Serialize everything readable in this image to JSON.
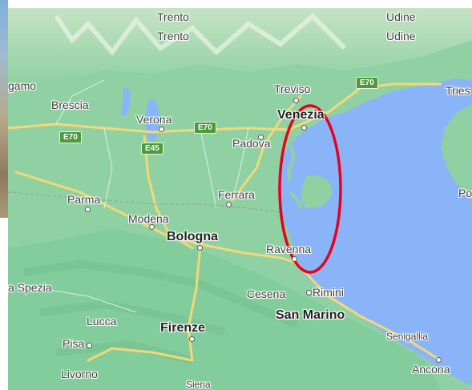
{
  "cities": [
    {
      "id": "trento",
      "label": "Trento",
      "dup": true
    },
    {
      "id": "udine",
      "label": "Udine",
      "dup": true
    },
    {
      "id": "bergamo",
      "label": "gamo"
    },
    {
      "id": "brescia",
      "label": "Brescia"
    },
    {
      "id": "verona",
      "label": "Verona"
    },
    {
      "id": "treviso",
      "label": "Treviso"
    },
    {
      "id": "venezia",
      "label": "Venezia"
    },
    {
      "id": "trieste",
      "label": "Tries"
    },
    {
      "id": "padova",
      "label": "Padova"
    },
    {
      "id": "ferrara",
      "label": "Ferrara"
    },
    {
      "id": "parma",
      "label": "Parma"
    },
    {
      "id": "modena",
      "label": "Modena"
    },
    {
      "id": "bologna",
      "label": "Bologna"
    },
    {
      "id": "ravenna",
      "label": "Ravenna"
    },
    {
      "id": "pula",
      "label": "Po"
    },
    {
      "id": "la-spezia",
      "label": "a Spezia"
    },
    {
      "id": "cesena",
      "label": "Cesena"
    },
    {
      "id": "rimini",
      "label": "Rimini"
    },
    {
      "id": "san-marino",
      "label": "San Marino"
    },
    {
      "id": "lucca",
      "label": "Lucca"
    },
    {
      "id": "firenze",
      "label": "Firenze"
    },
    {
      "id": "senigallia",
      "label": "Senigallia"
    },
    {
      "id": "pisa",
      "label": "Pisa"
    },
    {
      "id": "ancona",
      "label": "Ancona"
    },
    {
      "id": "livorno",
      "label": "Livorno"
    },
    {
      "id": "siena",
      "label": "Siena"
    }
  ],
  "roads": {
    "e70": "E70",
    "e45": "E45"
  },
  "colors": {
    "land": "#8fd1a3",
    "sea": "#8ab4f8",
    "road": "#f3d879",
    "highlight": "#e8001c"
  },
  "annotation": {
    "shape": "ellipse",
    "color": "#e8001c",
    "encloses": "Venetian lagoon / Adriatic coast from Venezia to Ravenna"
  }
}
